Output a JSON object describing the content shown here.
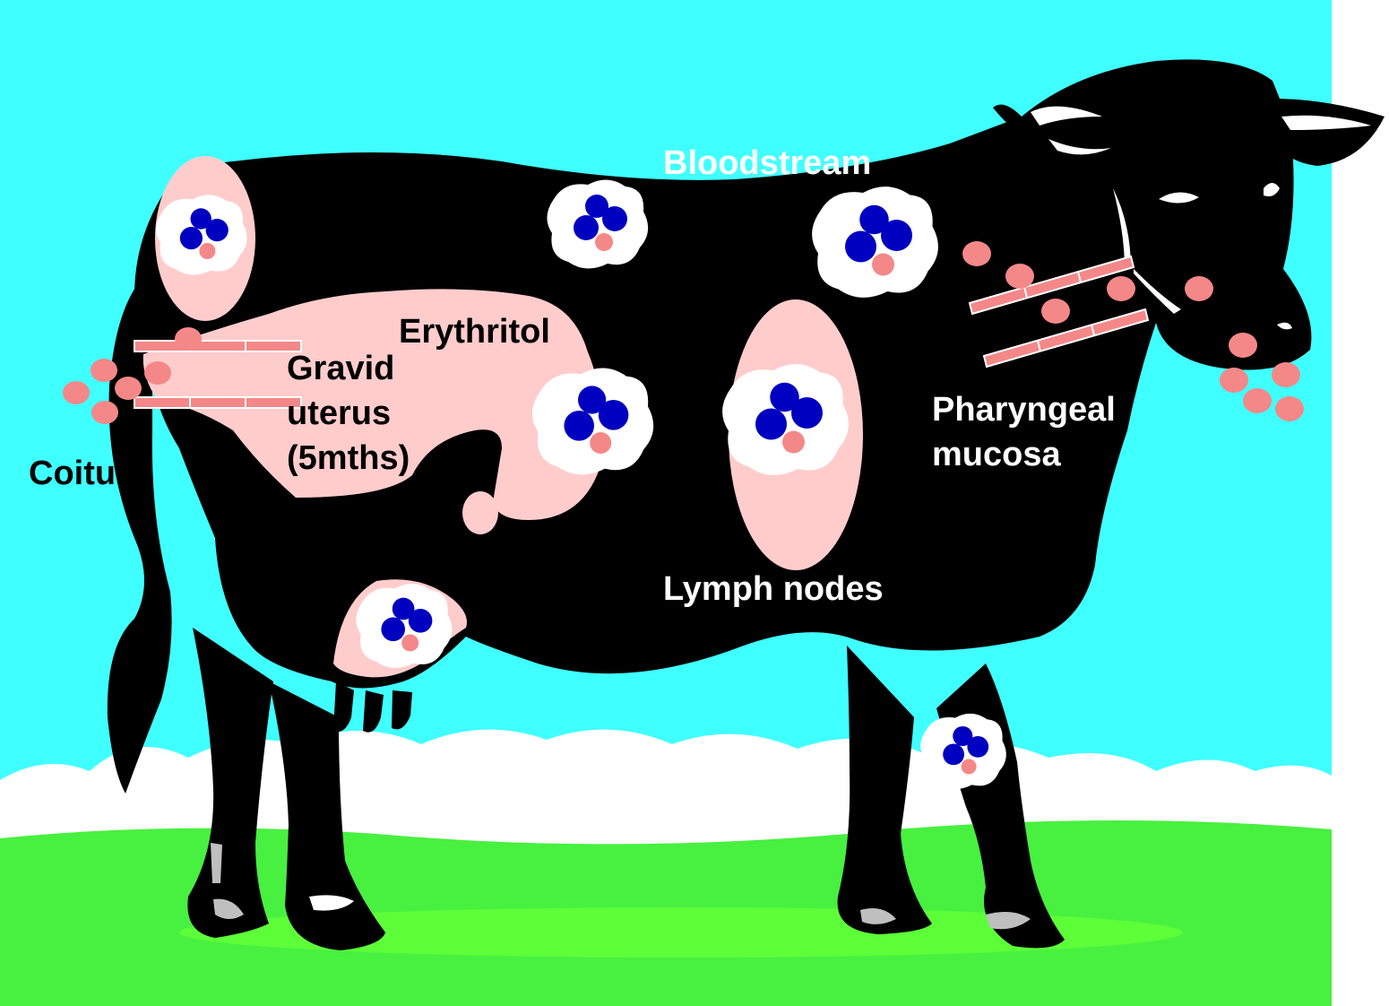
{
  "colors": {
    "sky": "#40FFFF",
    "cloud": "#FFFFFF",
    "grass": "#48F040",
    "cow": "#000000",
    "tissue": "#FFCCCC",
    "bacteria": "#0000C0",
    "cell_nucleus": "#F48888",
    "label_on_cow": "#FFFFFF",
    "label_on_tissue": "#000000"
  },
  "icons": {
    "cow": "cow-silhouette-icon",
    "infected_cell": "bacteria-cluster-icon",
    "bacterium": "pink-dot-icon",
    "mucosa": "mucosal-strip-icon"
  },
  "labels": {
    "bloodstream": "Bloodstream",
    "erythritol": "Erythritol",
    "gravid_uterus": [
      "Gravid",
      "uterus",
      "(5mths)"
    ],
    "coitus": "Coitus",
    "pharyngeal_mucosa": [
      "Pharyngeal",
      "mucosa"
    ],
    "lymph_nodes": "Lymph nodes"
  }
}
